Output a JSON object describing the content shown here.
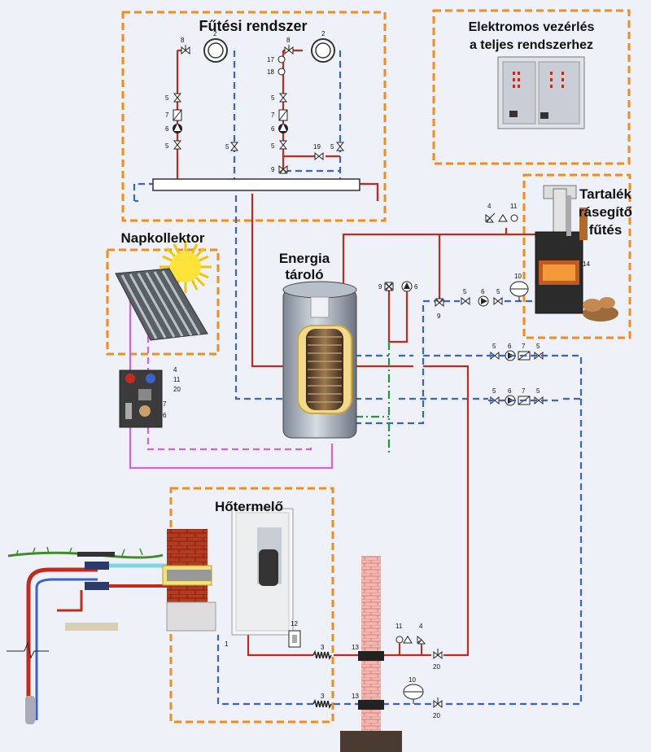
{
  "titles": {
    "heating": "Fűtési rendszer",
    "control_line1": "Elektromos vezérlés",
    "control_line2": "a teljes rendszerhez",
    "solar": "Napkollektor",
    "storage_line1": "Energia",
    "storage_line2": "tároló",
    "backup_line1": "Tartalék",
    "backup_line2": "rásegítő",
    "backup_line3": "fűtés",
    "heatpump": "Hőtermelő"
  },
  "component_numbers": {
    "n1": "1",
    "n2": "2",
    "n3": "3",
    "n4": "4",
    "n5": "5",
    "n6": "6",
    "n7": "7",
    "n8": "8",
    "n9": "9",
    "n10": "10",
    "n11": "11",
    "n12": "12",
    "n13": "13",
    "n14": "14",
    "n17": "17",
    "n18": "18",
    "n19": "19",
    "n20": "20"
  },
  "colors": {
    "hot_line": "#c42a1c",
    "cold_line": "#3a63c8",
    "solar_line": "#d860d8",
    "aux_line": "#239a3a",
    "frame": "#f28c1a",
    "background": "#eef2f8"
  }
}
